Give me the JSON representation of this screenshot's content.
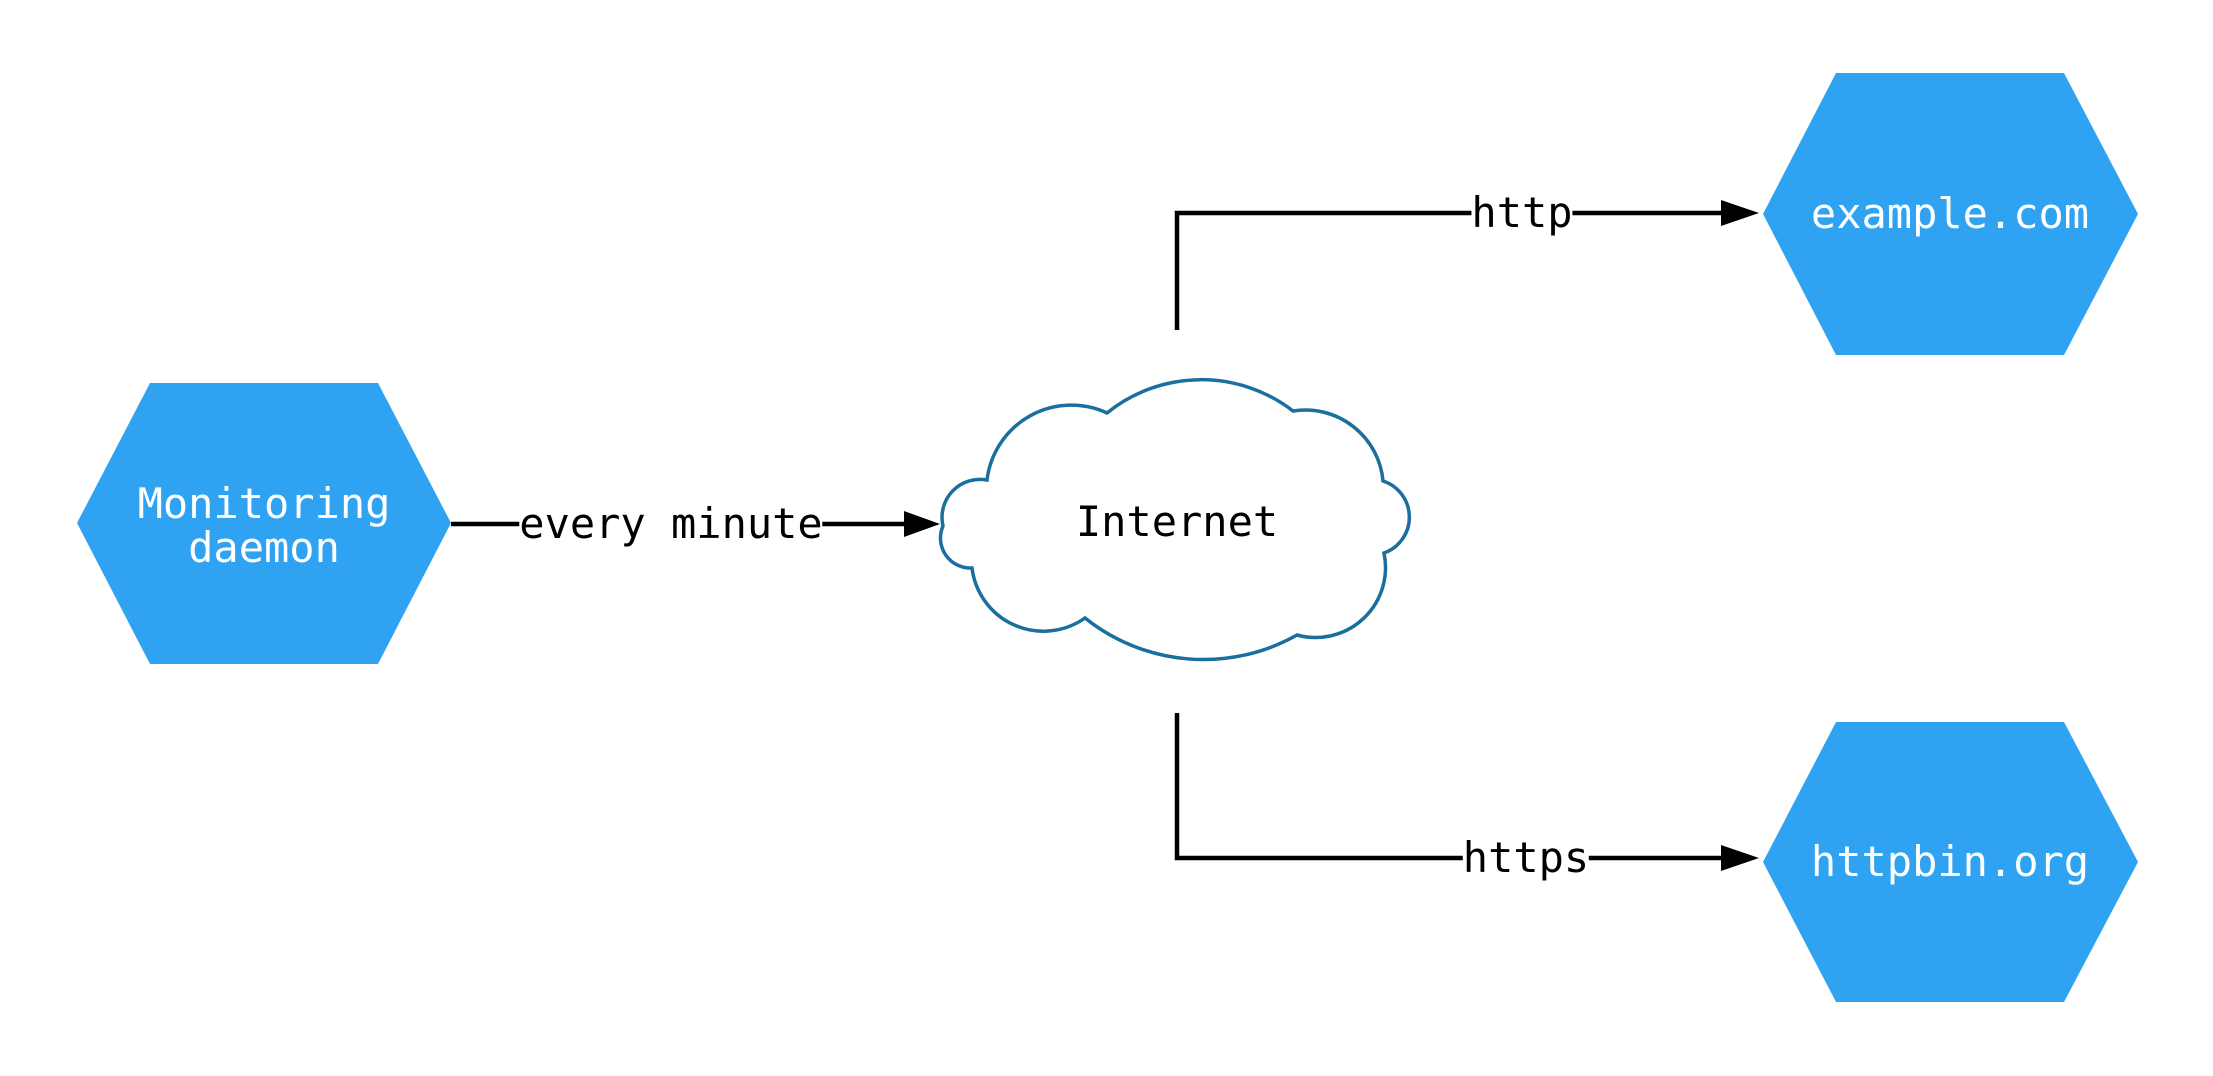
{
  "colors": {
    "background": "#ffffff",
    "node_fill": "#2fa3f2",
    "node_text": "#ffffff",
    "cloud_fill": "#ffffff",
    "cloud_stroke": "#1a6f9e",
    "edge_color": "#000000",
    "edge_label_color": "#000000"
  },
  "nodes": {
    "monitoring_daemon": {
      "label": "Monitoring\ndaemon",
      "shape": "hexagon"
    },
    "internet": {
      "label": "Internet",
      "shape": "cloud"
    },
    "example_com": {
      "label": "example.com",
      "shape": "hexagon"
    },
    "httpbin_org": {
      "label": "httpbin.org",
      "shape": "hexagon"
    }
  },
  "edges": [
    {
      "from": "monitoring_daemon",
      "to": "internet",
      "label": "every minute"
    },
    {
      "from": "internet",
      "to": "example_com",
      "label": "http"
    },
    {
      "from": "internet",
      "to": "httpbin_org",
      "label": "https"
    }
  ]
}
